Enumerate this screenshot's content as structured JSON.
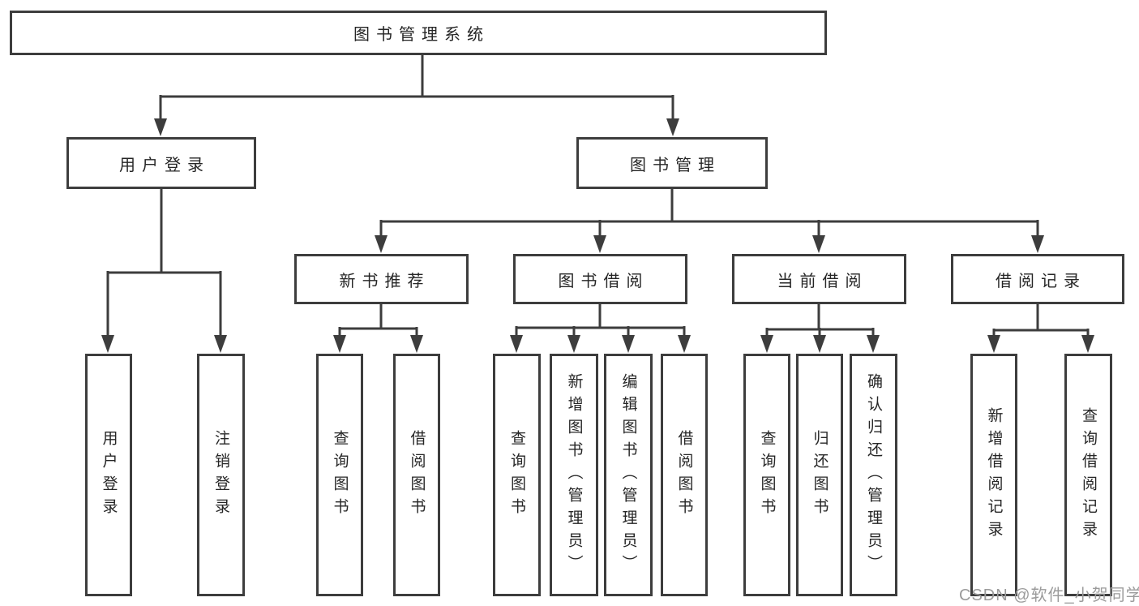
{
  "diagram": {
    "root_label": "图书管理系统",
    "nodes": {
      "user_login": "用户登录",
      "book_mgmt": "图书管理",
      "new_book_rec": "新书推荐",
      "book_borrow": "图书借阅",
      "current_borrow": "当前借阅",
      "borrow_records": "借阅记录"
    },
    "leaves": {
      "user_login": [
        "用户登录",
        "注销登录"
      ],
      "new_book_rec": [
        "查询图书",
        "借阅图书"
      ],
      "book_borrow": [
        "查询图书",
        "新增图书（管理员）",
        "编辑图书（管理员）",
        "借阅图书"
      ],
      "current_borrow": [
        "查询图书",
        "归还图书",
        "确认归还（管理员）"
      ],
      "borrow_records": [
        "新增借阅记录",
        "查询借阅记录"
      ]
    }
  },
  "watermark": {
    "text": "CSDN @软件_小贺同学"
  },
  "colors": {
    "line": "#3d3d3d",
    "box_border": "#3d3d3d",
    "text": "#262626",
    "background": "#ffffff",
    "watermark_text": "#9b9b9b"
  }
}
